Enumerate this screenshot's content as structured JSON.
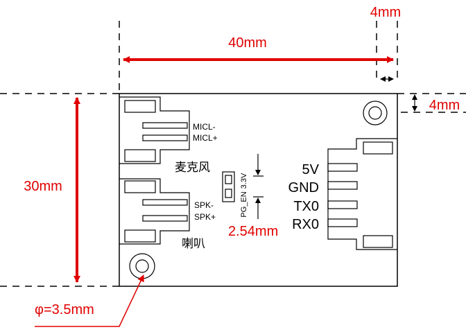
{
  "dimensions": {
    "width": "40mm",
    "height": "30mm",
    "hole_offset_x": "4mm",
    "hole_offset_y": "4mm",
    "hole_diameter": "φ=3.5mm",
    "pin_pitch": "2.54mm"
  },
  "labels": {
    "mic_minus": "MICL-",
    "mic_plus": "MICL+",
    "microphone": "麦克风",
    "spk_minus": "SPK-",
    "spk_plus": "SPK+",
    "speaker": "喇叭",
    "jumper_top": "3.3V",
    "jumper_bottom": "PG_EN",
    "pin_5v": "5V",
    "pin_gnd": "GND",
    "pin_tx": "TX0",
    "pin_rx": "RX0"
  },
  "colors": {
    "dimension": "#e00000",
    "outline": "#000000"
  }
}
